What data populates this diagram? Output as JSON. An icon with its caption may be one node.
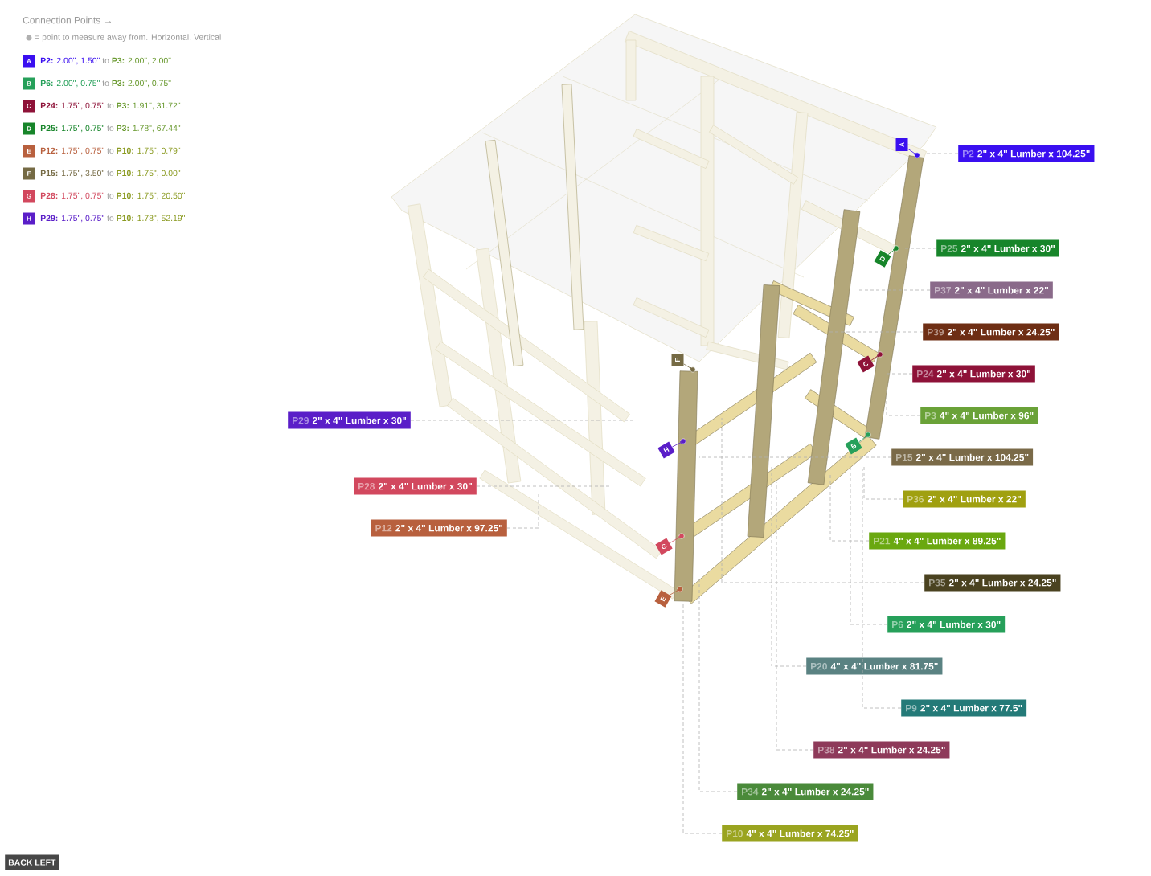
{
  "diagram": {
    "title": "Connection Points →",
    "nodes": [
      {
        "text": [
          "A"
        ],
        "beside": [
          "**P2:** 2.00\", 1.50\"",
          "to",
          "**P3:** 2.00\", 2.00\""
        ]
      },
      {
        "text": [
          "B"
        ],
        "beside": [
          "**P6:** 2.00\", 0.75\"",
          "to",
          "**P3:** 2.00\", 0.75\""
        ]
      },
      {
        "text": [
          "C"
        ],
        "beside": [
          "**P24:** 1.75\", 0.75\"",
          "to",
          "**P3:** 1.91\", 31.72\""
        ]
      },
      {
        "text": [
          "D"
        ],
        "beside": [
          "**P25:** 1.75\", 0.75\"",
          "to",
          "**P3:** 1.78\", 67.44\""
        ]
      },
      {
        "text": [
          "E"
        ],
        "beside": [
          "**P12:** 1.75\", 0.75\"",
          "to",
          "**P10:** 1.75\", 0.79\""
        ]
      },
      {
        "text": [
          "F"
        ],
        "beside": [
          "**P15:** 1.75\", 3.50\"",
          "to",
          "**P10:** 1.75\", 0.00\""
        ]
      },
      {
        "text": [
          "G"
        ],
        "beside": [
          "**P28:** 1.75\", 0.75\"",
          "to",
          "**P10:** 1.75\", 20.50\""
        ]
      },
      {
        "text": [
          "H"
        ],
        "beside": [
          "**P29:** 1.75\", 0.75\"",
          "to",
          "**P10:** 1.78\", 52.19\""
        ]
      },
      {
        "text": [
          "P2",
          "2\" x 4\" Lumber x 104.25\""
        ]
      },
      {
        "text": [
          "P25",
          "2\" x 4\" Lumber x 30\""
        ]
      },
      {
        "text": [
          "P37",
          "2\" x 4\" Lumber x 22\""
        ]
      },
      {
        "text": [
          "P39",
          "2\" x 4\" Lumber x 24.25\""
        ]
      },
      {
        "text": [
          "P24",
          "2\" x 4\" Lumber x 30\""
        ]
      },
      {
        "text": [
          "P3",
          "4\" x 4\" Lumber x 96\""
        ]
      },
      {
        "text": [
          "P29",
          "2\" x 4\" Lumber x 30\""
        ]
      },
      {
        "text": [
          "P15",
          "2\" x 4\" Lumber x 104.25\""
        ]
      },
      {
        "text": [
          "P28",
          "2\" x 4\" Lumber x 30\""
        ]
      },
      {
        "text": [
          "P36",
          "2\" x 4\" Lumber x 22\""
        ]
      },
      {
        "text": [
          "P12",
          "2\" x 4\" Lumber x 97.25\""
        ]
      },
      {
        "text": [
          "P21",
          "4\" x 4\" Lumber x 89.25\""
        ]
      },
      {
        "text": [
          "P35",
          "2\" x 4\" Lumber x 24.25\""
        ]
      },
      {
        "text": [
          "P6",
          "2\" x 4\" Lumber x 30\""
        ]
      },
      {
        "text": [
          "P20",
          "4\" x 4\" Lumber x 81.75\""
        ]
      },
      {
        "text": [
          "P9",
          "2\" x 4\" Lumber x 77.5\""
        ]
      },
      {
        "text": [
          "P38",
          "2\" x 4\" Lumber x 24.25\""
        ]
      },
      {
        "text": [
          "P34",
          "2\" x 4\" Lumber x 24.25\""
        ]
      },
      {
        "text": [
          "P10",
          "4\" x 4\" Lumber x 74.25\""
        ]
      },
      {
        "text": [
          "A"
        ]
      },
      {
        "text": [
          "B"
        ]
      },
      {
        "text": [
          "C"
        ]
      },
      {
        "text": [
          "D"
        ]
      },
      {
        "text": [
          "E"
        ]
      },
      {
        "text": [
          "F"
        ]
      },
      {
        "text": [
          "G"
        ]
      },
      {
        "text": [
          "H"
        ]
      },
      {
        "text": [
          "BACK LEFT"
        ]
      }
    ],
    "edges": [
      {
        "from": 8,
        "to": null,
        "arrow": "none",
        "style": "dashed"
      },
      {
        "from": 9,
        "to": null,
        "arrow": "none",
        "style": "dashed"
      },
      {
        "from": 10,
        "to": null,
        "arrow": "none",
        "style": "dashed"
      },
      {
        "from": 11,
        "to": null,
        "arrow": "none",
        "style": "dashed"
      },
      {
        "from": 12,
        "to": null,
        "arrow": "none",
        "style": "dashed"
      },
      {
        "from": 13,
        "to": null,
        "arrow": "none",
        "style": "dashed"
      },
      {
        "from": 14,
        "to": null,
        "arrow": "none",
        "style": "dashed"
      },
      {
        "from": 15,
        "to": null,
        "arrow": "none",
        "style": "dashed"
      },
      {
        "from": 16,
        "to": null,
        "arrow": "none",
        "style": "dashed"
      },
      {
        "from": 17,
        "to": null,
        "arrow": "none",
        "style": "dashed"
      },
      {
        "from": 18,
        "to": null,
        "arrow": "none",
        "style": "dashed"
      },
      {
        "from": 19,
        "to": null,
        "arrow": "none",
        "style": "dashed"
      },
      {
        "from": 20,
        "to": null,
        "arrow": "none",
        "style": "dashed"
      },
      {
        "from": 21,
        "to": null,
        "arrow": "none",
        "style": "dashed"
      },
      {
        "from": 22,
        "to": null,
        "arrow": "none",
        "style": "dashed"
      },
      {
        "from": 23,
        "to": null,
        "arrow": "none",
        "style": "dashed"
      },
      {
        "from": 24,
        "to": null,
        "arrow": "none",
        "style": "dashed"
      },
      {
        "from": 25,
        "to": null,
        "arrow": "none",
        "style": "dashed"
      },
      {
        "from": 26,
        "to": null,
        "arrow": "none",
        "style": "dashed"
      },
      {
        "from": 27,
        "to": null,
        "arrow": "to",
        "color": "#3a0ff0"
      },
      {
        "from": 28,
        "to": null,
        "arrow": "to",
        "color": "#26a05a"
      },
      {
        "from": 29,
        "to": null,
        "arrow": "to",
        "color": "#8e1238"
      },
      {
        "from": 30,
        "to": null,
        "arrow": "to",
        "color": "#17852a"
      },
      {
        "from": 31,
        "to": null,
        "arrow": "to",
        "color": "#b8603e"
      },
      {
        "from": 32,
        "to": null,
        "arrow": "to",
        "color": "#756a44"
      },
      {
        "from": 33,
        "to": null,
        "arrow": "to",
        "color": "#d2485e"
      },
      {
        "from": 34,
        "to": null,
        "arrow": "to",
        "color": "#5a1ec8"
      }
    ],
    "labels": [
      "= point to measure away from. Horizontal, Vertical"
    ]
  }
}
